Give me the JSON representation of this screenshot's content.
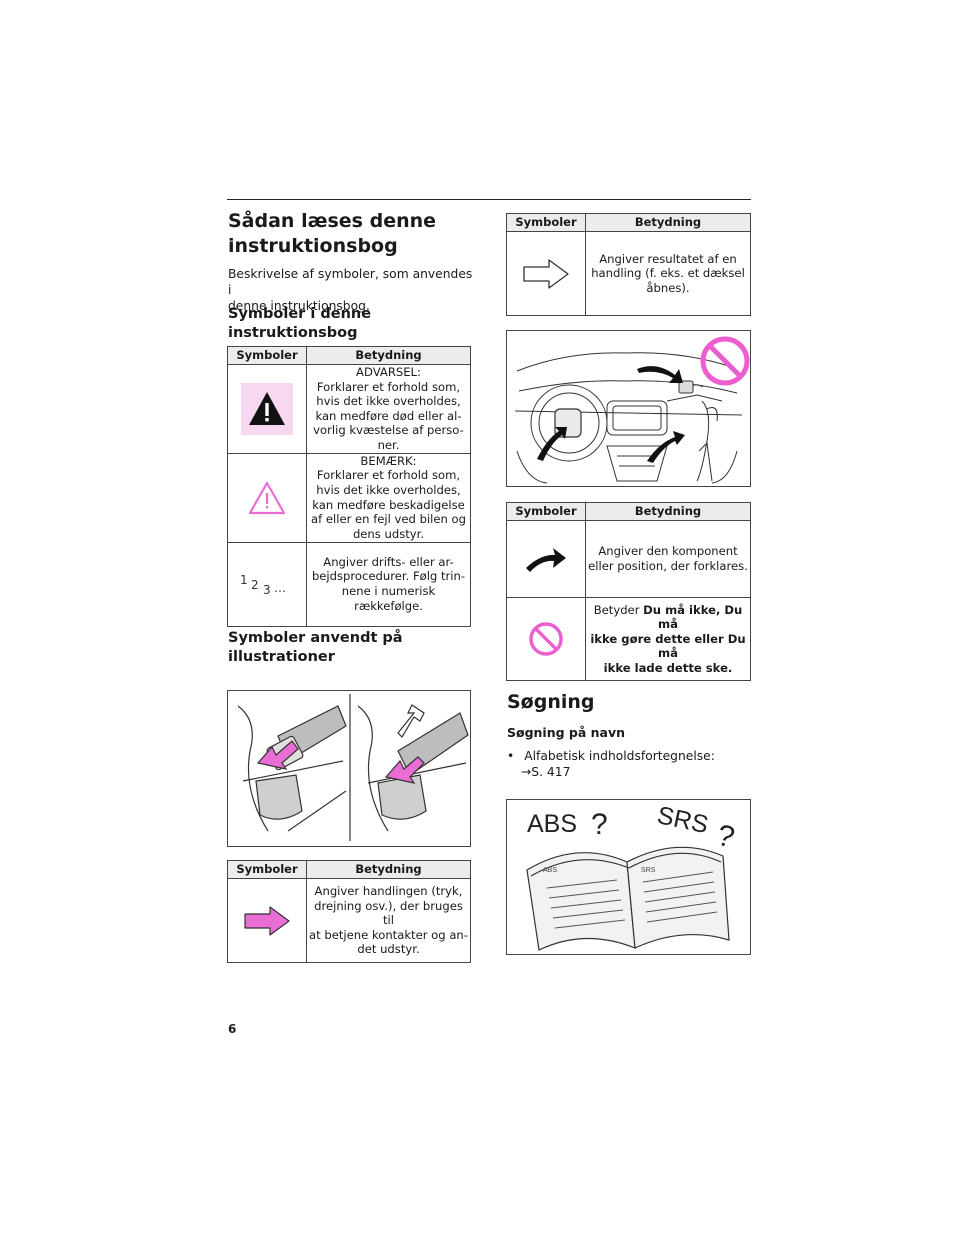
{
  "section": {
    "title_line1": "Sådan læses denne",
    "title_line2": "instruktionsbog",
    "intro_line1": "Beskrivelse af symboler, som anvendes i",
    "intro_line2": "denne instruktionsbog."
  },
  "symbols_manual": {
    "heading_line1": "Symboler i denne",
    "heading_line2": "instruktionsbog",
    "col_symbol": "Symboler",
    "col_meaning": "Betydning",
    "rows": [
      {
        "icon": "warning-triangle-filled-icon",
        "lines": [
          "ADVARSEL:",
          "Forklarer et forhold som,",
          "hvis det ikke overholdes,",
          "kan medføre død eller al-",
          "vorlig kvæstelse af perso-",
          "ner."
        ]
      },
      {
        "icon": "caution-triangle-outline-icon",
        "lines": [
          "BEMÆRK:",
          "Forklarer et forhold som,",
          "hvis det ikke overholdes,",
          "kan medføre beskadigelse",
          "af eller en fejl ved bilen og",
          "dens udstyr."
        ]
      },
      {
        "icon": "step-numbers-icon",
        "icon_text": "1 2 3 …",
        "lines": [
          "Angiver drifts- eller ar-",
          "bejdsprocedurer. Følg trin-",
          "nene i numerisk",
          "rækkefølge."
        ]
      }
    ]
  },
  "symbols_illustrations": {
    "heading_line1": "Symboler anvendt på",
    "heading_line2": "illustrationer",
    "col_symbol": "Symboler",
    "col_meaning": "Betydning",
    "action_row": {
      "icon": "action-arrow-icon",
      "lines": [
        "Angiver handlingen (tryk,",
        "drejning osv.), der bruges til",
        "at betjene kontakter og an-",
        "det udstyr."
      ]
    }
  },
  "right_table1": {
    "col_symbol": "Symboler",
    "col_meaning": "Betydning",
    "rows": [
      {
        "icon": "result-arrow-icon",
        "lines": [
          "Angiver resultatet af en",
          "handling (f. eks. et dæksel",
          "åbnes)."
        ]
      }
    ]
  },
  "right_table2": {
    "col_symbol": "Symboler",
    "col_meaning": "Betydning",
    "rows": [
      {
        "icon": "pointer-arrow-icon",
        "lines": [
          "Angiver den komponent",
          "eller position, der forklares."
        ]
      },
      {
        "icon": "prohibition-icon",
        "prefix": "Betyder ",
        "bold1": "Du må ikke, Du må",
        "bold2": "ikke gøre dette eller Du må",
        "bold3": "ikke lade dette ske."
      }
    ]
  },
  "search": {
    "title": "Søgning",
    "subheading": "Søgning på navn",
    "bullet": "•",
    "item_text": "Alfabetisk indholdsfortegnelse:",
    "item_ref": "→S. 417",
    "book_label1": "ABS",
    "book_label2": "SRS",
    "q": "?",
    "page_label1": "ABS",
    "page_label2": "SRS"
  },
  "page_number": "6",
  "colors": {
    "accent_pink": "#e86ed4",
    "pink_bg": "#f7d8f0",
    "prohibit": "#ec5ecf"
  }
}
